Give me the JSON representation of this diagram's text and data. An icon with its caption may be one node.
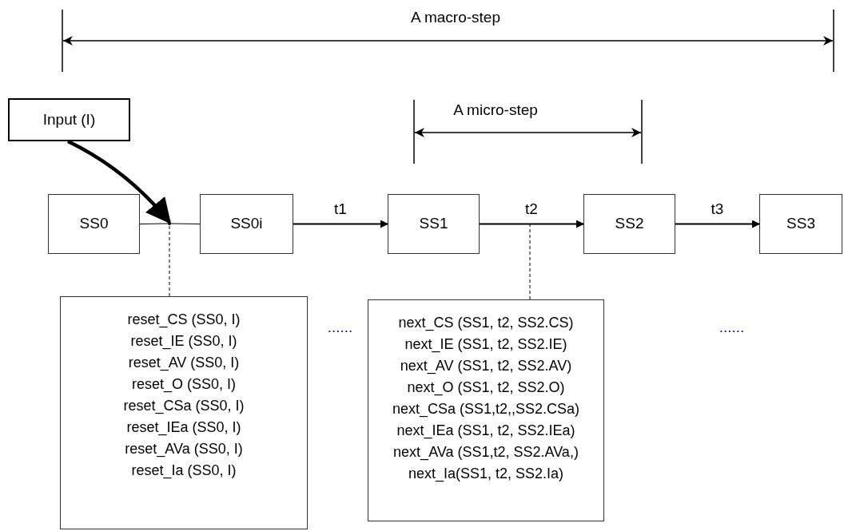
{
  "diagram": {
    "nodes": [
      {
        "text": [
          "Input (I)"
        ]
      },
      {
        "text": [
          "SS0"
        ]
      },
      {
        "text": [
          "SS0i"
        ]
      },
      {
        "text": [
          "SS1"
        ]
      },
      {
        "text": [
          "SS2"
        ]
      },
      {
        "text": [
          "SS3"
        ]
      },
      {
        "text": [
          "reset_CS (SS0, I)",
          "reset_IE (SS0, I)",
          "reset_AV (SS0, I)",
          "reset_O (SS0, I)",
          "reset_CSa (SS0, I)",
          "reset_IEa (SS0, I)",
          "reset_AVa (SS0, I)",
          "reset_Ia (SS0, I)"
        ]
      },
      {
        "text": [],
        "shape": "dot"
      },
      {
        "text": [
          "next_CS (SS1, t2, SS2.CS)",
          "next_IE (SS1, t2, SS2.IE)",
          "next_AV (SS1, t2, SS2.AV)",
          "next_O (SS1, t2, SS2.O)",
          "next_CSa (SS1,t2,,SS2.CSa)",
          "next_IEa (SS1, t2, SS2.IEa)",
          "next_AVa (SS1,t2, SS2.AVa,)",
          "next_Ia(SS1, t2, SS2.Ia)"
        ]
      }
    ],
    "edges": [
      {
        "from": 1,
        "to": 7,
        "arrow": "none"
      },
      {
        "from": 7,
        "to": 2,
        "arrow": "none"
      },
      {
        "from": 2,
        "to": 3,
        "arrow": "to",
        "label": "t1"
      },
      {
        "from": 3,
        "to": 4,
        "arrow": "to",
        "label": "t2"
      },
      {
        "from": 4,
        "to": 5,
        "arrow": "to",
        "label": "t3"
      },
      {
        "from": 0,
        "to": 7,
        "arrow": "to",
        "style": "thick"
      },
      {
        "from": 6,
        "to": 7,
        "arrow": "none",
        "style": "dashed"
      },
      {
        "from": 8,
        "to": null,
        "arrow": "none",
        "style": "dashed"
      }
    ],
    "labels": [
      "A macro-step",
      "A micro-step",
      "......",
      "......"
    ]
  }
}
